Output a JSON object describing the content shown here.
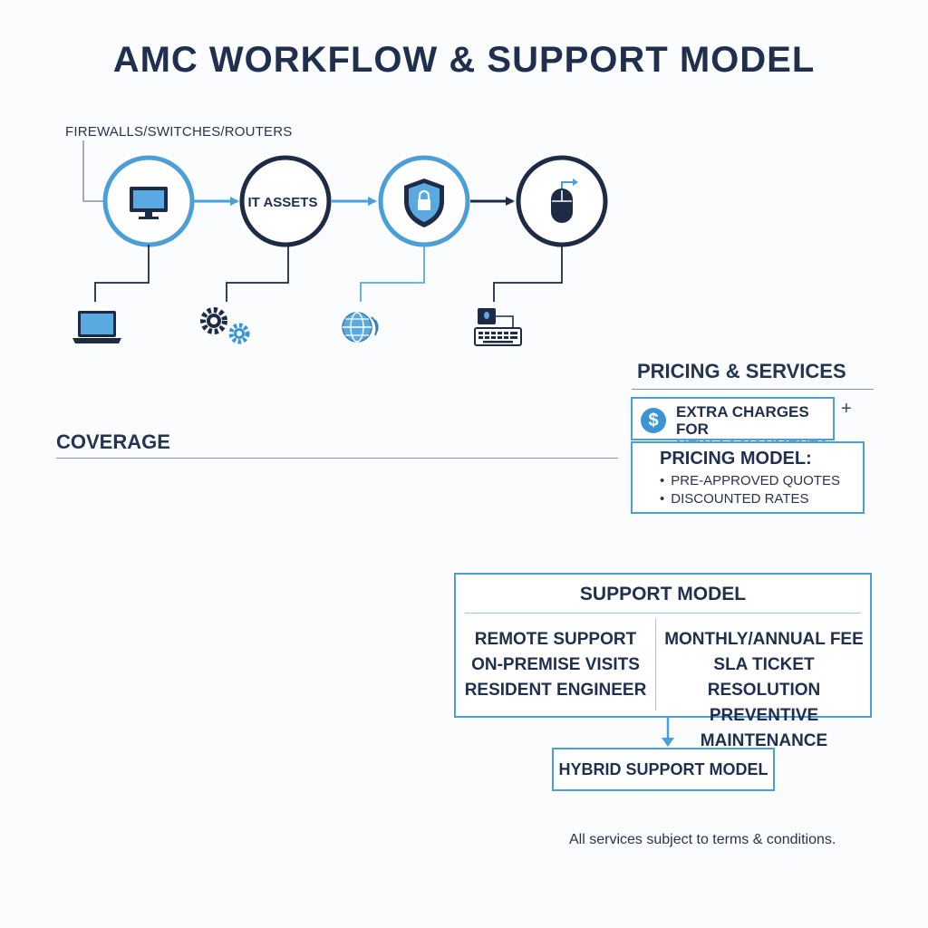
{
  "title": "AMC WORKFLOW & SUPPORT MODEL",
  "flow": {
    "label": "FIREWALLS/SWITCHES/ROUTERS",
    "nodes": [
      {
        "icon": "monitor-icon",
        "label": ""
      },
      {
        "icon": "",
        "label": "IT ASSETS"
      },
      {
        "icon": "shield-lock-icon",
        "label": ""
      },
      {
        "icon": "mouse-icon",
        "label": ""
      }
    ],
    "sub_icons": [
      "laptop-icon",
      "gears-icon",
      "globe-icon",
      "keyboard-icon"
    ]
  },
  "coverage": {
    "heading": "COVERAGE"
  },
  "pricing": {
    "heading": "PRICING & SERVICES",
    "extra_icon": "dollar-icon",
    "extra_line1": "EXTRA CHARGES FOR",
    "extra_line2": "NEW ASSIGNMENTS",
    "plus": "+",
    "model_title": "PRICING MODEL:",
    "model_items": [
      "PRE-APPROVED QUOTES",
      "DISCOUNTED RATES"
    ]
  },
  "support": {
    "title": "SUPPORT MODEL",
    "left": [
      "REMOTE SUPPORT",
      "ON-PREMISE VISITS",
      "RESIDENT ENGINEER"
    ],
    "right": [
      "MONTHLY/ANNUAL FEE",
      "SLA TICKET RESOLUTION",
      "PREVENTIVE MAINTENANCE"
    ],
    "hybrid": "HYBRID SUPPORT MODEL"
  },
  "footer": "All services subject to terms & conditions.",
  "colors": {
    "accent": "#4a9fd6",
    "navy": "#1d2b45",
    "light_blue": "#5aa9e0"
  }
}
